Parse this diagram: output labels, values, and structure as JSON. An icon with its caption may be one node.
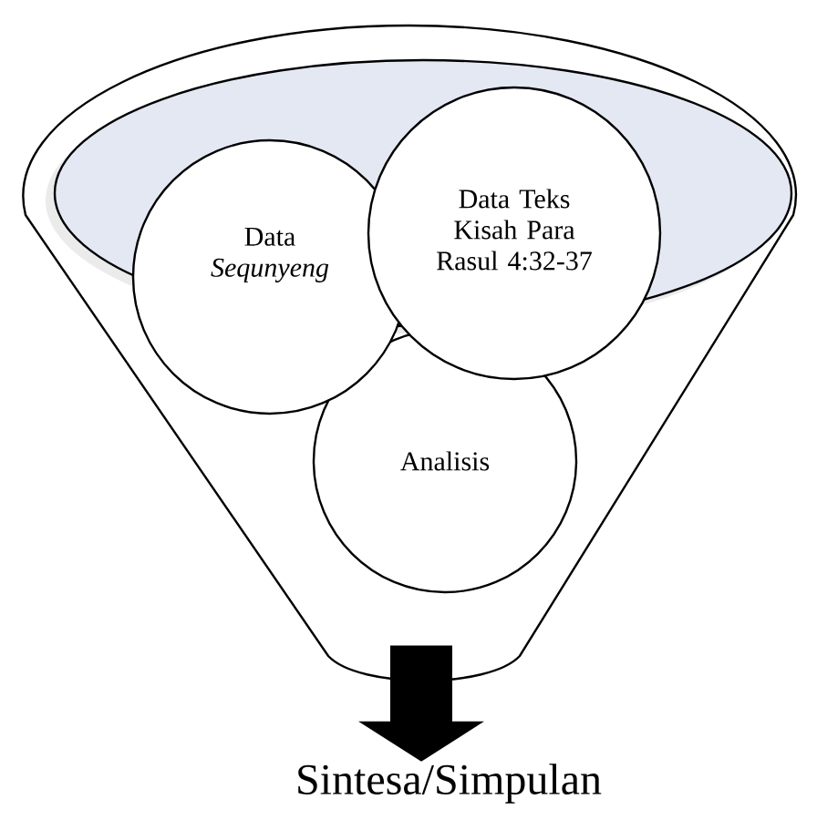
{
  "diagram": {
    "nodes": [
      {
        "text": [],
        "shape": "funnel"
      },
      {
        "text": [],
        "shape": "ellipse",
        "in": 0
      },
      {
        "text": [
          "Data *Sequnyeng*"
        ],
        "in": 0
      },
      {
        "text": [
          "Data Teks Kisah Para Rasul 4:32-37"
        ],
        "in": 0
      },
      {
        "text": [
          "Analisis"
        ],
        "in": 0
      },
      {
        "text": [
          "Sintesa/Simpulan"
        ]
      }
    ],
    "edges": [
      {
        "from": 0,
        "to": 5,
        "arrow": "to"
      }
    ]
  }
}
